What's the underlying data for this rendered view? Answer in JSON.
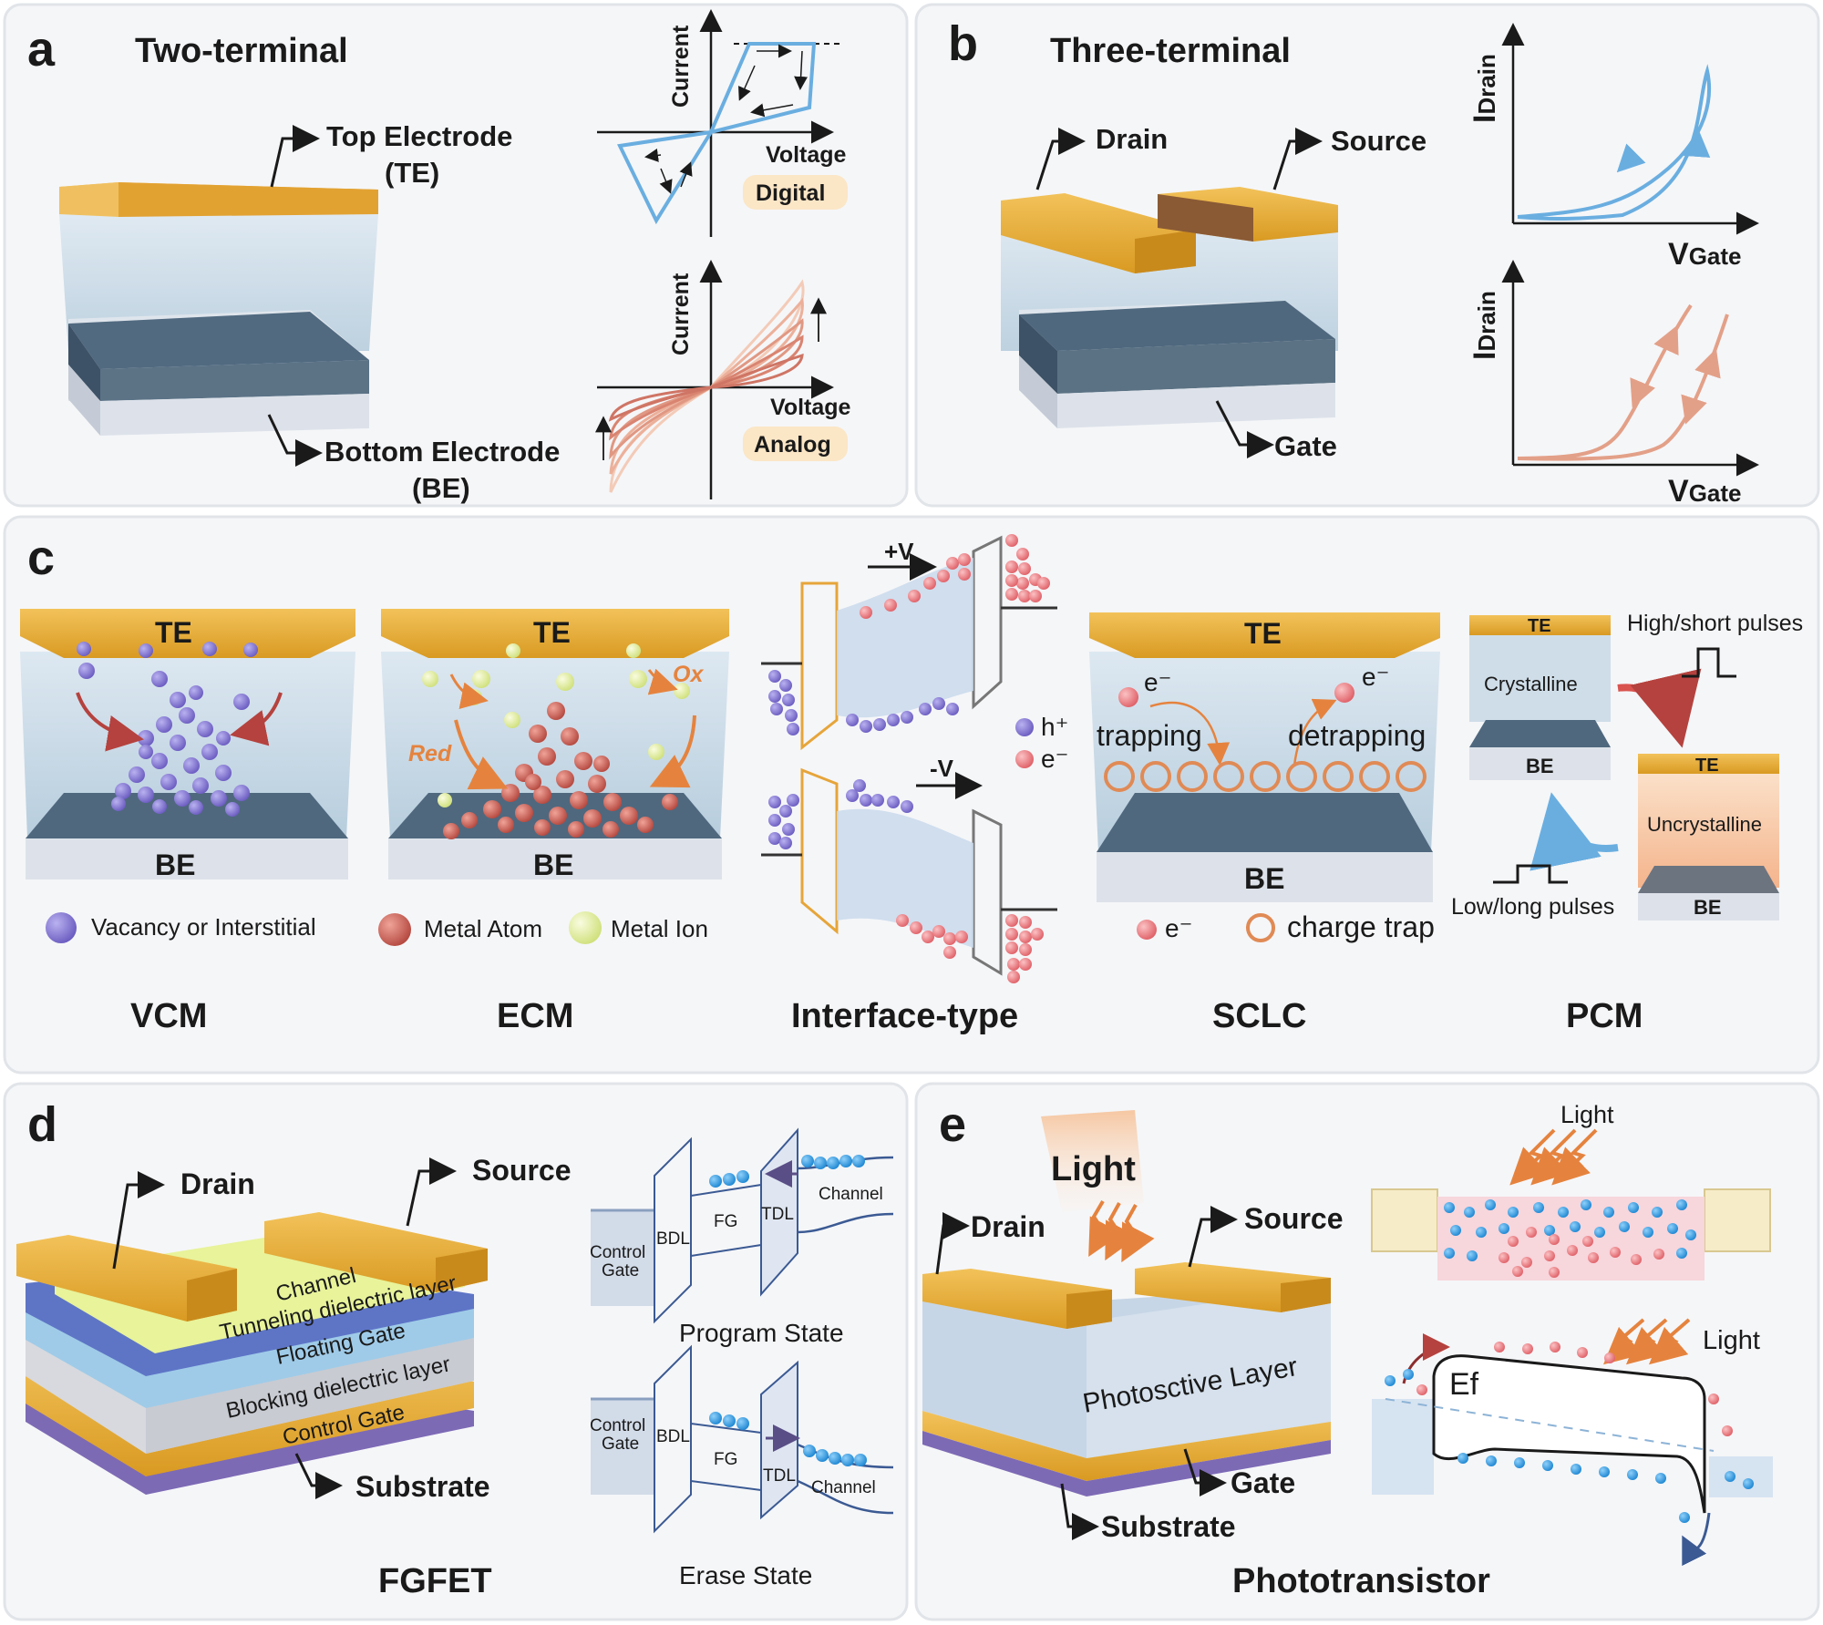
{
  "panels": {
    "a": {
      "letter": "a",
      "title": "Two-terminal",
      "te": "Top Electrode",
      "te_abbr": "(TE)",
      "be": "Bottom Electrode",
      "be_abbr": "(BE)",
      "current": "Current",
      "voltage": "Voltage",
      "digital": "Digital",
      "analog": "Analog"
    },
    "b": {
      "letter": "b",
      "title": "Three-terminal",
      "drain": "Drain",
      "source": "Source",
      "gate": "Gate",
      "idrain_big": "I",
      "idrain_sub": "Drain",
      "vgate_big": "V",
      "vgate_sub": "Gate"
    },
    "c": {
      "letter": "c",
      "te": "TE",
      "be": "BE",
      "vcm": "VCM",
      "ecm": "ECM",
      "interface": "Interface-type",
      "sclc": "SCLC",
      "pcm": "PCM",
      "vacancy": "Vacancy or Interstitial",
      "metal_atom": "Metal Atom",
      "metal_ion": "Metal Ion",
      "red": "Red",
      "ox": "Ox",
      "plus_v": "+V",
      "minus_v": "-V",
      "hplus": "h⁺",
      "eminus": "e⁻",
      "e": "e⁻",
      "trapping": "trapping",
      "detrapping": "detrapping",
      "charge_trap": "charge trap",
      "e_legend": "e⁻",
      "crystalline": "Crystalline",
      "uncrystalline": "Uncrystalline",
      "high_short": "High/short pulses",
      "low_long": "Low/long pulses"
    },
    "d": {
      "letter": "d",
      "drain": "Drain",
      "source": "Source",
      "channel": "Channel",
      "tunneling": "Tunneling dielectric layer",
      "floating": "Floating Gate",
      "blocking": "Blocking dielectric layer",
      "control": "Control Gate",
      "substrate": "Substrate",
      "fgfet": "FGFET",
      "control_gate_1": "Control",
      "control_gate_2": "Gate",
      "bdl": "BDL",
      "fg": "FG",
      "tdl": "TDL",
      "channel_small": "Channel",
      "program": "Program State",
      "erase": "Erase State"
    },
    "e": {
      "letter": "e",
      "light_big": "Light",
      "drain": "Drain",
      "source": "Source",
      "photo_layer": "Photosctive Layer",
      "gate": "Gate",
      "substrate": "Substrate",
      "phototransistor": "Phototransistor",
      "light_top": "Light",
      "light_band": "Light",
      "ef": "Ef"
    }
  },
  "colors": {
    "gold": "#e3a92f",
    "panel_bg": "#f4f5f7",
    "blue_curve": "#6aaee0",
    "salmon_curve": "#e3a088",
    "purple": "#7f72c9",
    "red_atom": "#c85a4f",
    "yellow_ion": "#e2ef9a",
    "pink_e": "#e8767c",
    "orange_trap": "#e08a55",
    "blue_dot": "#2a9be0"
  }
}
